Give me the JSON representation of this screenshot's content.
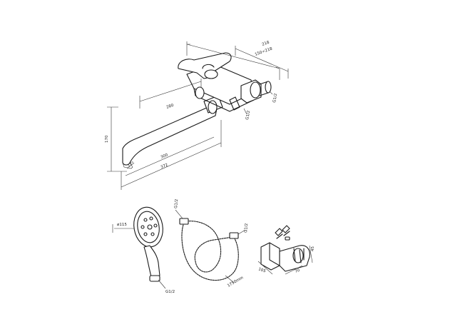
{
  "faucet": {
    "dims": {
      "d218": "218",
      "d150_218": "150÷218",
      "d280": "280",
      "d300": "300",
      "d372": "372",
      "d170": "170",
      "angle": "17°",
      "g12a": "G1/2",
      "g12b": "G1/2"
    }
  },
  "accessories": {
    "shower_head_diameter": "ø115",
    "shower_head_thread": "G1/2",
    "hose_thread_top": "G1/2",
    "hose_thread_right": "G1/2",
    "hose_length": "1750mm",
    "holder_dim_a": "105",
    "holder_dim_b": "70",
    "holder_dim_c": "45"
  }
}
